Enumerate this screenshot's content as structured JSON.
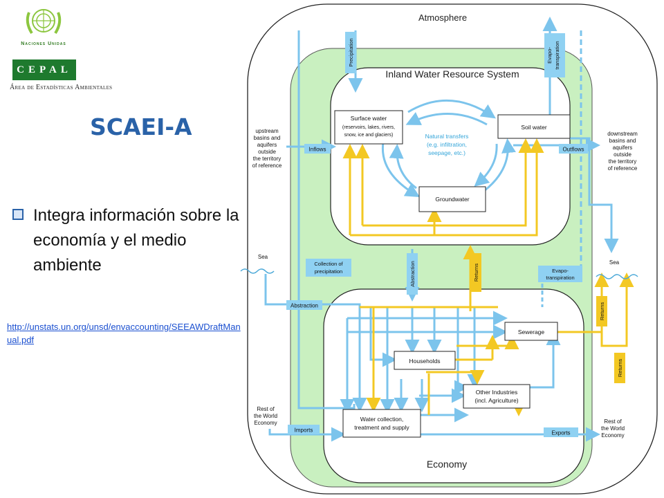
{
  "header": {
    "org_name": "Naciones Unidas",
    "brand": "CEPAL",
    "area_label": "Área de Estadísticas Ambientales",
    "title": "SCAEI-A"
  },
  "content": {
    "bullet": "Integra información sobre la economía y el medio ambiente",
    "link": "http://unstats.un.org/unsd/envaccounting/SEEAWDraftManual.pdf"
  },
  "diagram": {
    "atmosphere": "Atmosphere",
    "inland_title": "Inland Water Resource System",
    "economy": "Economy",
    "surface_water": [
      "Surface water",
      "(reservoirs, lakes, rivers,",
      "snow, ice and glaciers)"
    ],
    "soil_water": "Soil water",
    "groundwater": "Groundwater",
    "natural_transfers": [
      "Natural transfers",
      "(e.g. infiltration,",
      "seepage, etc.)"
    ],
    "upstream": [
      "upstream",
      "basins and",
      "aquifers",
      "outside",
      "the territory",
      "of reference"
    ],
    "downstream": [
      "downstream",
      "basins and",
      "aquifers",
      "outside",
      "the territory",
      "of reference"
    ],
    "sea_left": "Sea",
    "sea_right": "Sea",
    "row_left": [
      "Rest of",
      "the World",
      "Economy"
    ],
    "row_right": [
      "Rest of",
      "the World",
      "Economy"
    ],
    "inflows": "Inflows",
    "outflows": "Outflows",
    "precipitation": "Precipitation",
    "evapo_top": [
      "Evapo-",
      "transpiration"
    ],
    "collection": [
      "Collection of",
      "precipitation"
    ],
    "abstraction_v": "Abstraction",
    "returns_v": "Returns",
    "evapo_mid": [
      "Evapo-",
      "transpiration"
    ],
    "abstraction_h": "Abstraction",
    "returns_r1": "Returns",
    "returns_r2": "Returns",
    "imports": "Imports",
    "exports": "Exports",
    "sewerage": "Sewerage",
    "households": "Households",
    "other_industries": [
      "Other Industries",
      "(incl. Agriculture)"
    ],
    "water_collection": [
      "Water collection,",
      "treatment and supply"
    ],
    "colors": {
      "blue_flow": "#7cc4ec",
      "yellow_flow": "#f3c823",
      "green_area": "#c9f0c0",
      "label_box": "#8fd1f2"
    }
  }
}
